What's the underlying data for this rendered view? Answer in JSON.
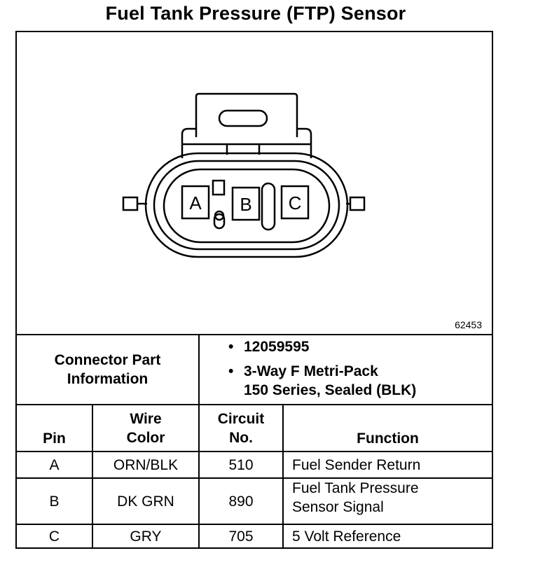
{
  "title": "Fuel Tank Pressure (FTP) Sensor",
  "figure_id": "62453",
  "connector": {
    "pin_labels": [
      "A",
      "B",
      "C"
    ]
  },
  "part_info": {
    "label_line1": "Connector Part",
    "label_line2": "Information",
    "bullet1": "12059595",
    "bullet2_line1": "3-Way F Metri-Pack",
    "bullet2_line2": "150 Series, Sealed (BLK)"
  },
  "table": {
    "headers": {
      "pin": "Pin",
      "wire_color_line1": "Wire",
      "wire_color_line2": "Color",
      "circuit_line1": "Circuit",
      "circuit_line2": "No.",
      "function": "Function"
    },
    "rows": [
      {
        "pin": "A",
        "wire_color": "ORN/BLK",
        "circuit": "510",
        "function_line1": "Fuel Sender Return",
        "function_line2": ""
      },
      {
        "pin": "B",
        "wire_color": "DK GRN",
        "circuit": "890",
        "function_line1": "Fuel Tank Pressure",
        "function_line2": "Sensor Signal"
      },
      {
        "pin": "C",
        "wire_color": "GRY",
        "circuit": "705",
        "function_line1": "5 Volt Reference",
        "function_line2": ""
      }
    ]
  }
}
